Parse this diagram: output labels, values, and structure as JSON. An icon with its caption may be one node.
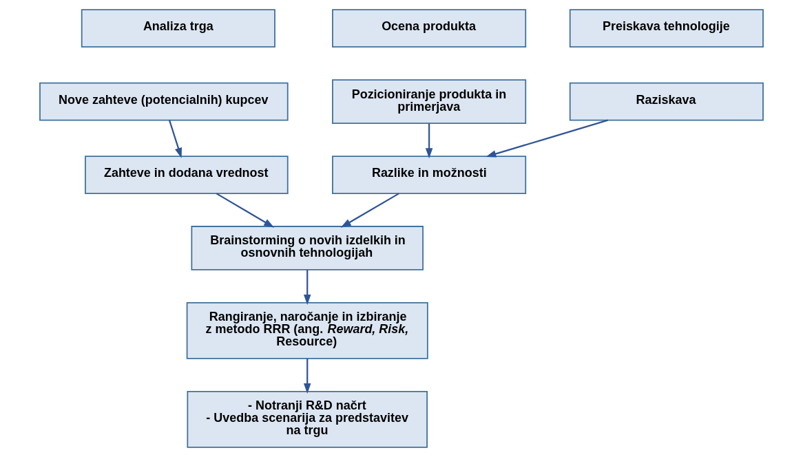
{
  "diagram": {
    "nodes": [
      {
        "text": [
          "Analiza trga"
        ]
      },
      {
        "text": [
          "Ocena produkta"
        ]
      },
      {
        "text": [
          "Preiskava tehnologije"
        ]
      },
      {
        "text": [
          "Nove zahteve (potencialnih) kupcev"
        ]
      },
      {
        "text": [
          "Pozicioniranje produkta in primerjava"
        ]
      },
      {
        "text": [
          "Raziskava"
        ]
      },
      {
        "text": [
          "Zahteve in dodana vrednost"
        ]
      },
      {
        "text": [
          "Razlike in možnosti"
        ]
      },
      {
        "text": [
          "Brainstorming o novih izdelkih in osnovnih tehnologijah"
        ]
      },
      {
        "text": [
          "Rangiranje, naročanje in izbiranje z metodo RRR (ang. *Reward, Risk, Resource)*"
        ]
      },
      {
        "text": [
          "- Notranji R&D načrt",
          "- Uvedba scenarija za predstavitev na trgu"
        ]
      }
    ],
    "edges": [
      {
        "from": 3,
        "to": 6,
        "arrow": "to"
      },
      {
        "from": 4,
        "to": 7,
        "arrow": "to"
      },
      {
        "from": 5,
        "to": 7,
        "arrow": "to"
      },
      {
        "from": 6,
        "to": 8,
        "arrow": "to"
      },
      {
        "from": 7,
        "to": 8,
        "arrow": "to"
      },
      {
        "from": 8,
        "to": 9,
        "arrow": "to"
      },
      {
        "from": 9,
        "to": 10,
        "arrow": "to"
      }
    ]
  }
}
